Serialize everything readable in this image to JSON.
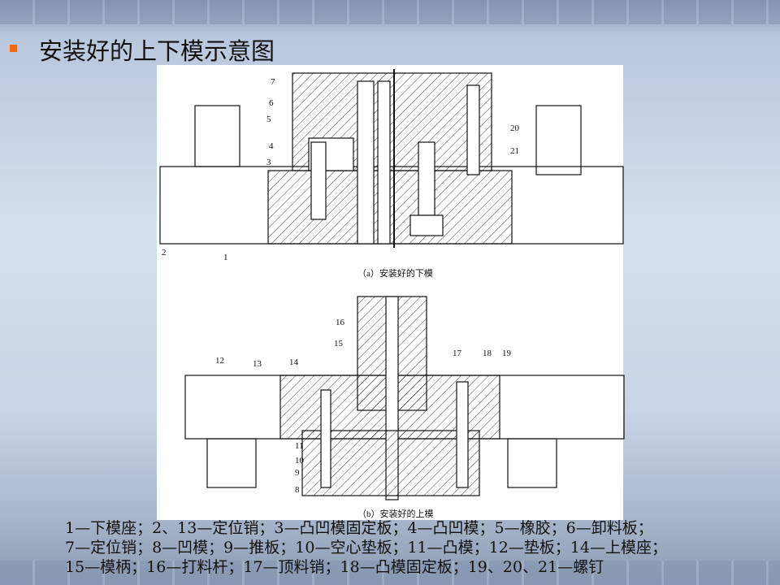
{
  "slide": {
    "title": "安装好的上下模示意图",
    "figure": {
      "caption_a": "（a）安装好的下模",
      "caption_b": "（b）安装好的上模",
      "labels_a": [
        "7",
        "6",
        "5",
        "4",
        "3",
        "2",
        "1",
        "20",
        "21"
      ],
      "labels_b": [
        "16",
        "15",
        "12",
        "13",
        "14",
        "17",
        "18",
        "19",
        "11",
        "10",
        "9",
        "8"
      ]
    },
    "legend": [
      "1—下模座；2、13—定位销；3—凸凹模固定板；4—凸凹模；5—橡胶；6—卸料板；",
      "7—定位销；8—凹模；9—推板；10—空心垫板；11—凸模；12—垫板；14—上模座；",
      "15—模柄；16—打料杆；17—顶料销；18—凸模固定板；19、20、21—螺钉"
    ]
  },
  "colors": {
    "bullet": "#f26a10"
  }
}
